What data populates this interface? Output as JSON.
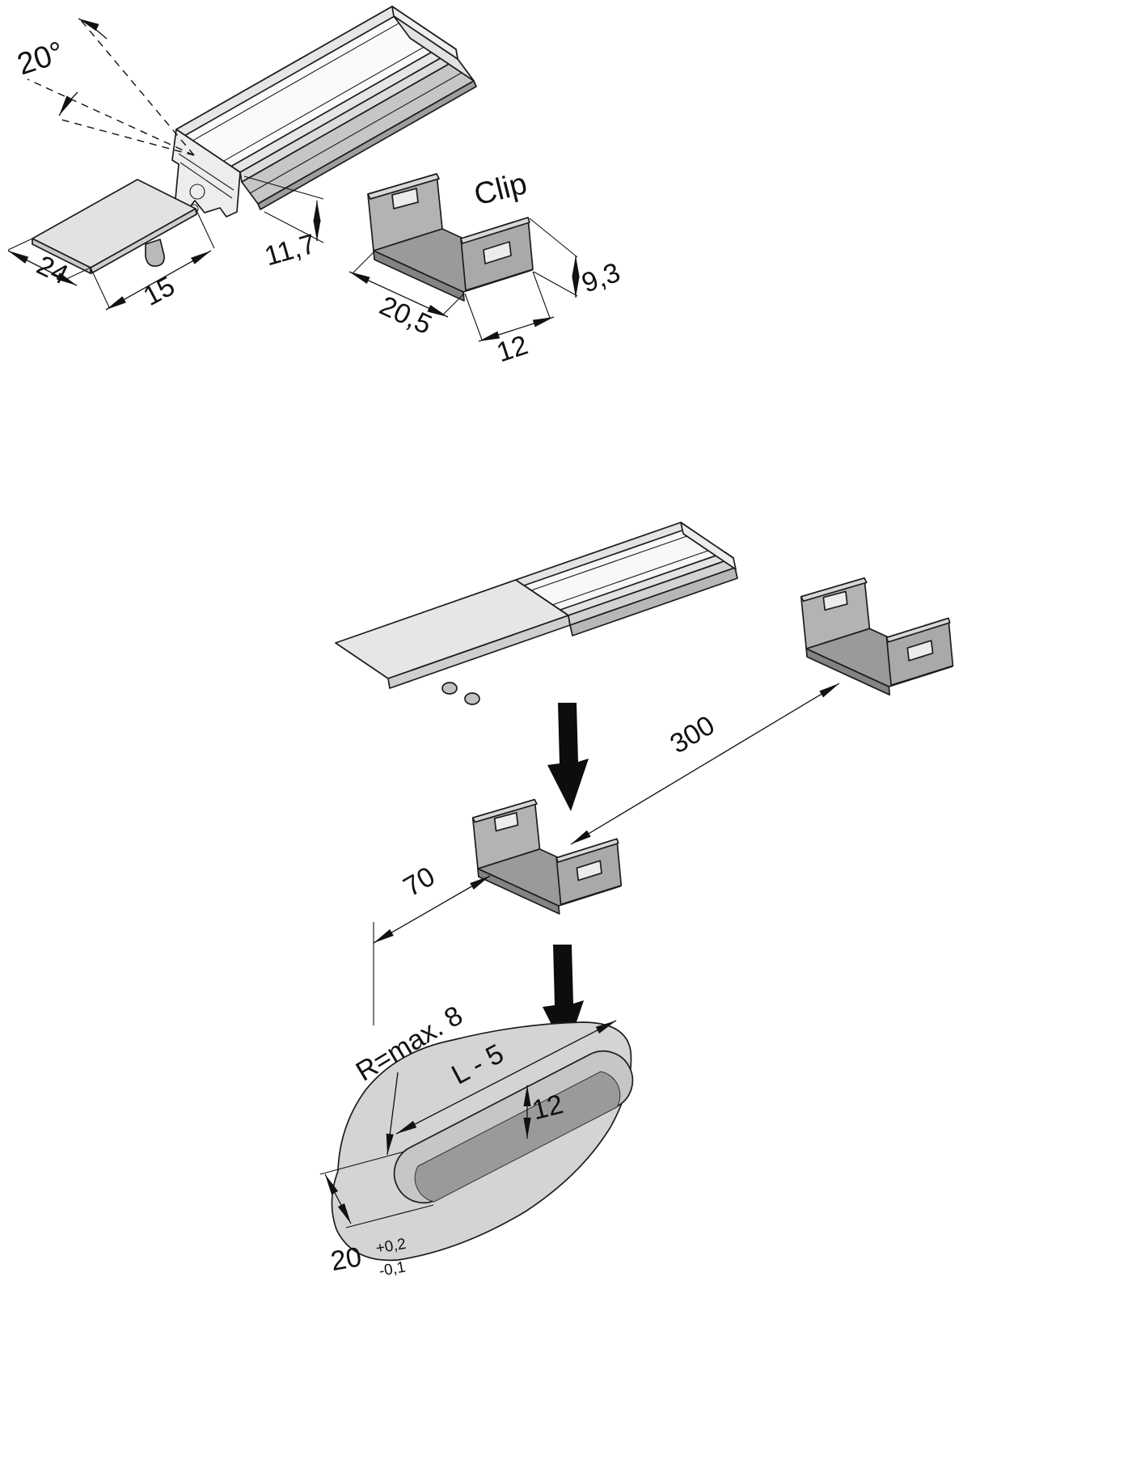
{
  "drawing": {
    "top": {
      "beam_angle": "20°",
      "end_cap_length": "24",
      "end_cap_width": "15",
      "profile_height": "11,7",
      "clip_label": "Clip",
      "clip_length": "20,5",
      "clip_width": "12",
      "clip_height": "9,3"
    },
    "bottom": {
      "clip_spacing": "300",
      "clip_end_distance": "70",
      "groove_radius": "R=max. 8",
      "groove_length": "L - 5",
      "groove_width": "12",
      "groove_recess_width": "20",
      "tolerance_plus": "+0,2",
      "tolerance_minus": "-0,1"
    }
  }
}
